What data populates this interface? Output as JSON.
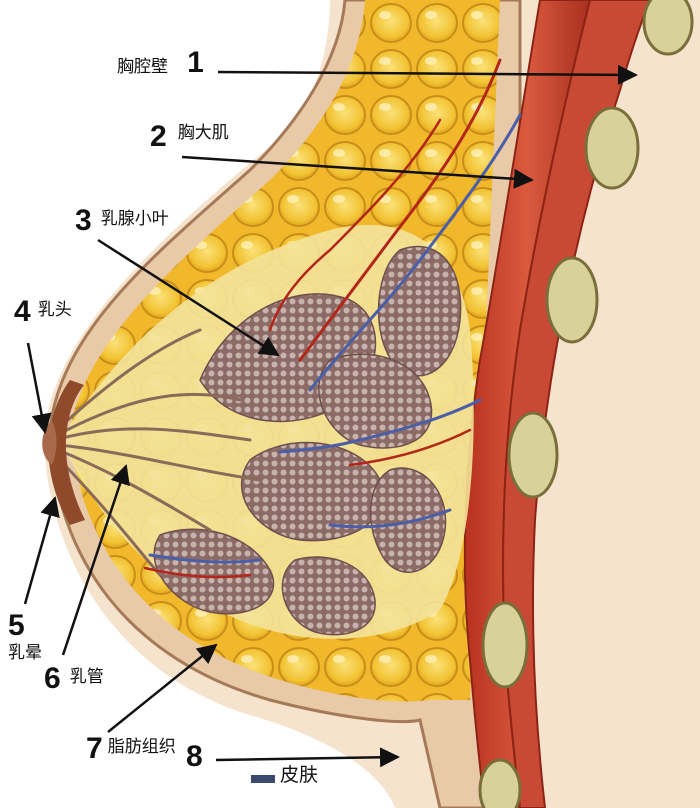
{
  "labels": [
    {
      "num": "1",
      "text": "胸腔壁"
    },
    {
      "num": "2",
      "text": "胸大肌"
    },
    {
      "num": "3",
      "text": "乳腺小叶"
    },
    {
      "num": "4",
      "text": "乳头"
    },
    {
      "num": "5",
      "text": "乳晕"
    },
    {
      "num": "6",
      "text": "乳管"
    },
    {
      "num": "7",
      "text": "脂肪组织"
    },
    {
      "num": "8",
      "text": ""
    }
  ],
  "legend": {
    "text": "皮肤"
  },
  "colors": {
    "background": "#ffffff",
    "skin_outside": "#f5e3cd",
    "fat": "#f2c232",
    "fat_highlight": "#fbe27a",
    "muscle": "#c8412c",
    "muscle_dark": "#9e2a1c",
    "gland": "#8c6a66",
    "gland_dots": "#c7b3ad",
    "rib": "#d9d19a",
    "artery": "#b3261a",
    "vein": "#4a5fa8",
    "arrow": "#111111"
  }
}
